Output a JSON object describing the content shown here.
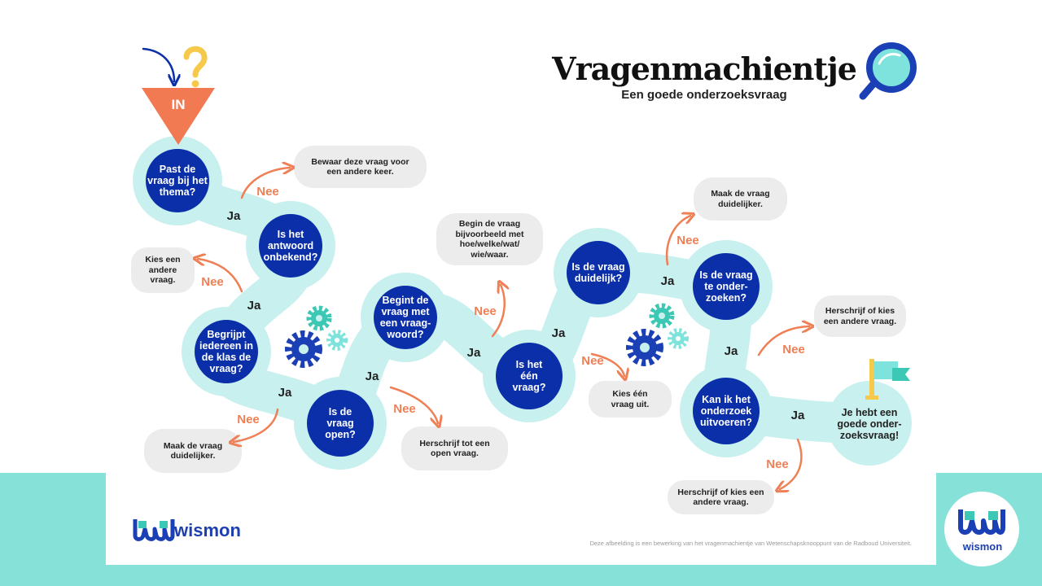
{
  "title": "Vragenmachientje",
  "subtitle": "Een goede onderzoeksvraag",
  "start_label": "IN",
  "questions": [
    "Past de\nvraag bij het\nthema?",
    "Is het\nantwoord\nonbekend?",
    "Begrijpt\niedereen in\nde klas de\nvraag?",
    "Is de\nvraag\nopen?",
    "Begint de\nvraag met\neen vraag-\nwoord?",
    "Is het\néén\nvraag?",
    "Is de vraag\nduidelijk?",
    "Is de vraag\nte onder-\nzoeken?",
    "Kan ik het\nonderzoek\nuitvoeren?"
  ],
  "feedback": [
    "Bewaar deze vraag voor\neen andere keer.",
    "Kies een\nandere\nvraag.",
    "Maak de vraag\nduidelijker.",
    "Herschrijf tot een\nopen vraag.",
    "Begin de vraag\nbijvoorbeeld met\nhoe/welke/wat/\nwie/waar.",
    "Kies één\nvraag uit.",
    "Maak de vraag\nduidelijker.",
    "Herschrijf of kies\neen andere vraag.",
    "Herschrijf of kies een\nandere vraag."
  ],
  "yes_label": "Ja",
  "no_label": "Nee",
  "result": "Je hebt een\ngoede onder-\nzoeksvraag!",
  "brand": "wismon",
  "footnote": "Deze afbeelding is een bewerking van het vragenmachientje van Wetenschapsknooppunt van de Radboud Universiteit.",
  "colors": {
    "node": "#0a2fa8",
    "track": "#c8f0ee",
    "accent": "#ef7f55",
    "feedback_box": "#ececec",
    "gear_blue": "#1b3fb4",
    "gear_teal": "#3cc8b4",
    "question_mark": "#f7c94a",
    "band": "#86e1d8"
  },
  "icons": [
    "down-arrow-icon",
    "question-mark-icon",
    "magnifier-icon",
    "gear-icon",
    "flag-icon",
    "wismon-logo-icon"
  ]
}
